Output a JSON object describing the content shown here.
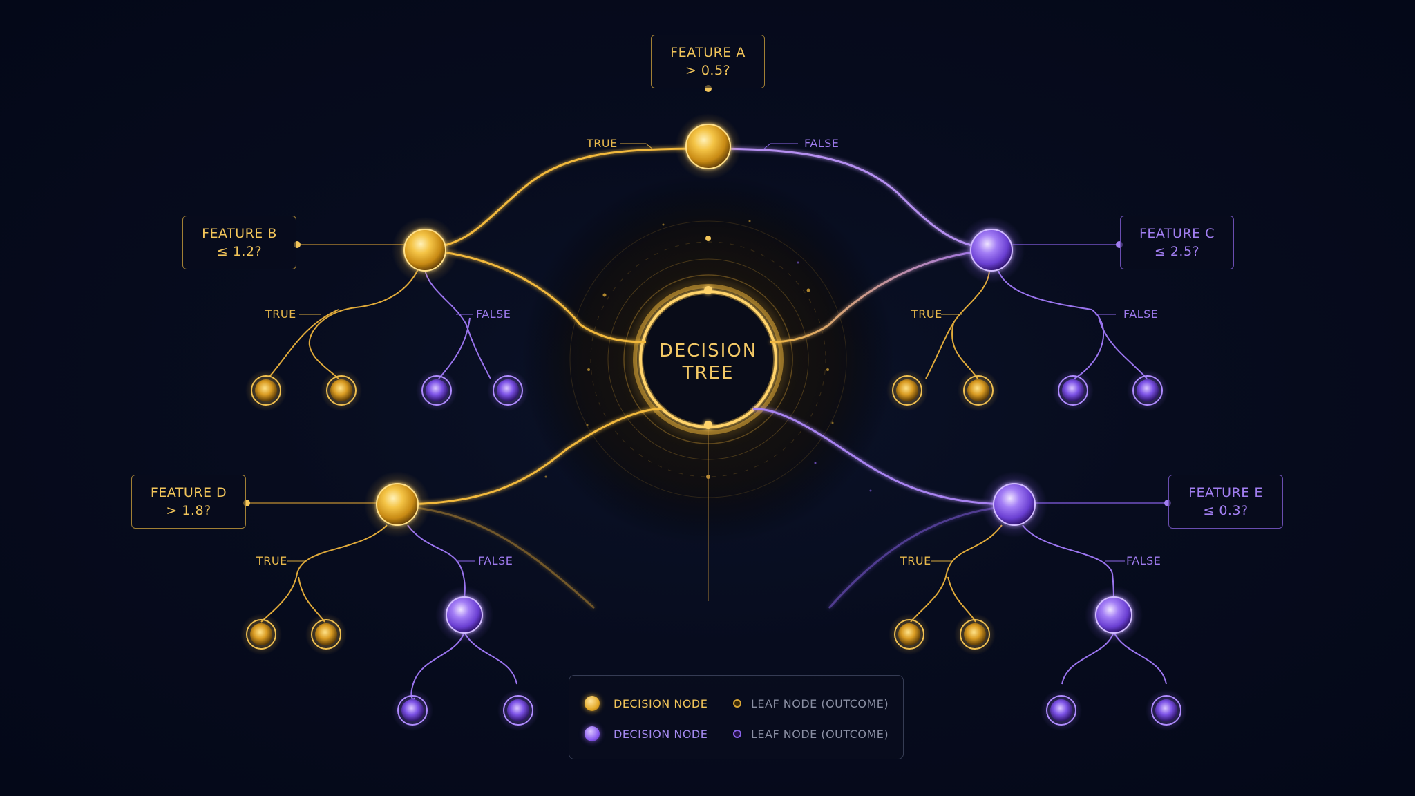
{
  "center": {
    "line1": "DECISION",
    "line2": "TREE"
  },
  "features": {
    "a": {
      "name": "FEATURE A",
      "condition": "> 0.5?"
    },
    "b": {
      "name": "FEATURE B",
      "condition": "≤ 1.2?"
    },
    "c": {
      "name": "FEATURE C",
      "condition": "≤ 2.5?"
    },
    "d": {
      "name": "FEATURE D",
      "condition": "> 1.8?"
    },
    "e": {
      "name": "FEATURE E",
      "condition": "≤ 0.3?"
    }
  },
  "branch_labels": {
    "true": "TRUE",
    "false": "FALSE"
  },
  "legend": {
    "gold_decision": "DECISION NODE",
    "purple_decision": "DECISION NODE",
    "gold_leaf": "LEAF NODE (OUTCOME)",
    "purple_leaf": "LEAF NODE (OUTCOME)"
  },
  "colors": {
    "gold": "#f2c55a",
    "purple": "#9f7bef",
    "background": "#050a1a"
  }
}
